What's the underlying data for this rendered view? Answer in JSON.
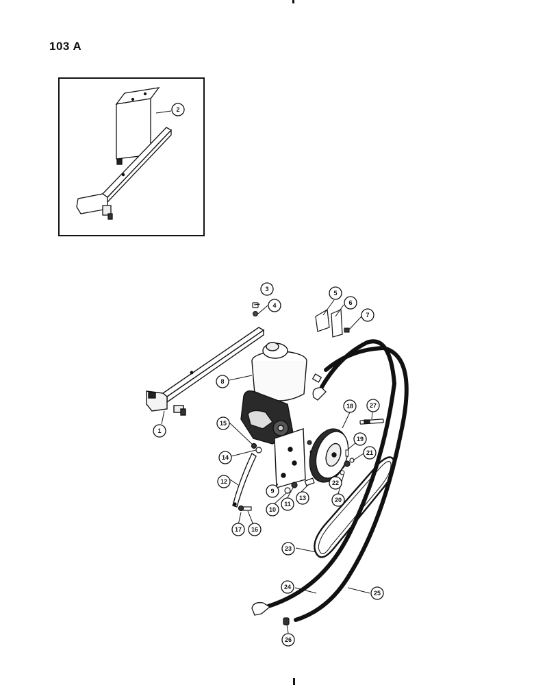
{
  "page_label": "103 A",
  "callouts": {
    "c1": "1",
    "c2": "2",
    "c3": "3",
    "c4": "4",
    "c5": "5",
    "c6": "6",
    "c7": "7",
    "c8": "8",
    "c9": "9",
    "c10": "10",
    "c11": "11",
    "c12": "12",
    "c13": "13",
    "c14": "14",
    "c15": "15",
    "c16": "16",
    "c17": "17",
    "c18": "18",
    "c19": "19",
    "c20": "20",
    "c21": "21",
    "c22": "22",
    "c23": "23",
    "c24": "24",
    "c25": "25",
    "c26": "26",
    "c27": "27"
  }
}
